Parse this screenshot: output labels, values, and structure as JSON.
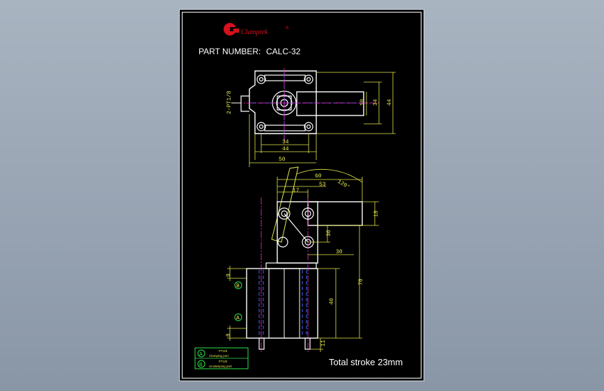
{
  "logo": {
    "brand": "Clamptek",
    "reg": "®"
  },
  "part_number": {
    "label": "PART NUMBER:",
    "value": "CALC-32"
  },
  "stroke_note": "Total stroke 23mm",
  "top_view_dims": {
    "port_label": "2-PT1/8",
    "d10": "10",
    "d34v": "34",
    "d44v": "44",
    "d34h": "34",
    "d44h": "44",
    "d50": "50"
  },
  "side_view_dims": {
    "d60": "60",
    "d53": "53",
    "d17": "17",
    "angle": "120°",
    "d18": "18",
    "d30a": "30",
    "d30b": "30",
    "d70": "70",
    "d40": "40",
    "d11": "11",
    "d9": "9",
    "d8": "8"
  },
  "ports": {
    "b": "B",
    "a": "A"
  },
  "legend": [
    {
      "symbol": "A",
      "code": "PT1/8",
      "text": "Clamping port"
    },
    {
      "symbol": "B",
      "code": "PT1/8",
      "text": "Unclamping port"
    }
  ],
  "colors": {
    "logo_red": "#d8101c",
    "dim_yellow": "#e5e94a",
    "dim_green": "#2ee64a",
    "center_magenta": "#ff2bd6",
    "hidden_blue": "#4a63ff"
  }
}
